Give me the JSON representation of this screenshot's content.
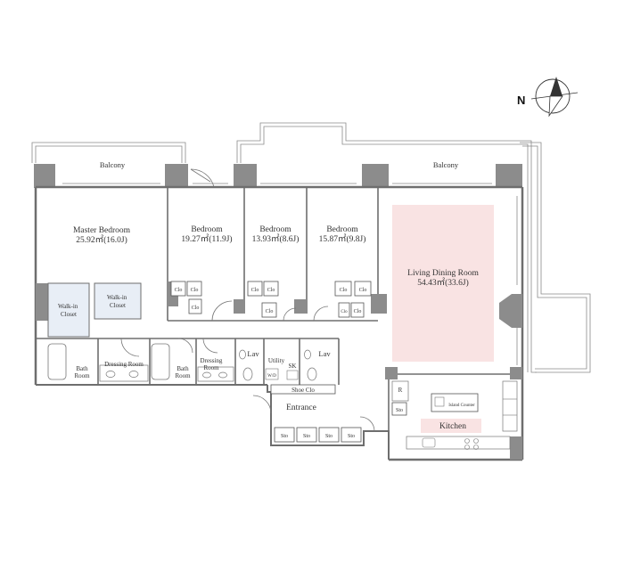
{
  "compass": {
    "label": "N"
  },
  "balconies": {
    "left": "Balcony",
    "right": "Balcony"
  },
  "rooms": {
    "master_bedroom": {
      "name": "Master Bedroom",
      "area": "25.92㎡(16.0J)"
    },
    "bedroom_2": {
      "name": "Bedroom",
      "area": "19.27㎡(11.9J)"
    },
    "bedroom_3": {
      "name": "Bedroom",
      "area": "13.93㎡(8.6J)"
    },
    "bedroom_4": {
      "name": "Bedroom",
      "area": "15.87㎡(9.8J)"
    },
    "living_dining": {
      "name": "Living Dining Room",
      "area": "54.43㎡(33.6J)"
    },
    "walkin_1": "Walk-in Closet",
    "walkin_2": "Walk-in Closet",
    "bath_1": "Bath Room",
    "bath_2": "Bath Room",
    "dressing_1": "Dressing Room",
    "dressing_2": "Dressing Room",
    "lav_1": "Lav",
    "lav_2": "Lav",
    "utility": "Utility",
    "sk": "SK",
    "wd": "W/D",
    "shoe_clo": "Shoe Clo",
    "entrance": "Entrance",
    "kitchen": "Kitchen",
    "island_counter": "Island Counter",
    "refrigerator": "R"
  },
  "closets": {
    "clo": "Clo",
    "sto": "Sto"
  },
  "colors": {
    "wall": "#8c8c8c",
    "closet_fill": "#e8eef6",
    "living_fill": "#f9e3e3",
    "kitchen_fill": "#f9e3e3"
  }
}
